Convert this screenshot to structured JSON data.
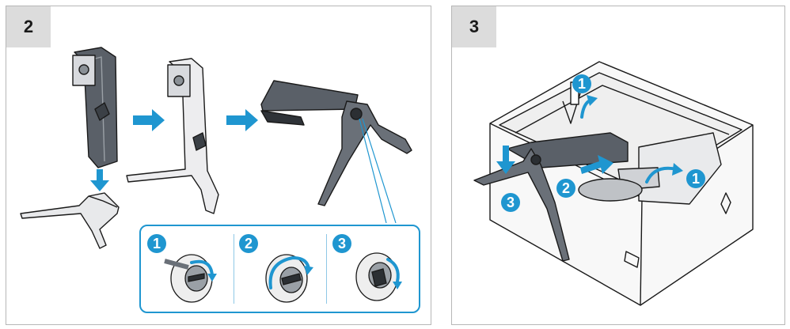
{
  "panels": [
    {
      "step": "2",
      "callout_steps": [
        "1",
        "2",
        "3"
      ]
    },
    {
      "step": "3",
      "labels": [
        "1",
        "1",
        "2",
        "3"
      ]
    }
  ],
  "colors": {
    "accent": "#1f96d0",
    "border": "#b7b7b7",
    "badge": "#dcdcdc"
  },
  "icons": [
    "arrow-right-icon",
    "arrow-down-icon",
    "rotate-arrow-icon",
    "lift-arrow-icon"
  ]
}
